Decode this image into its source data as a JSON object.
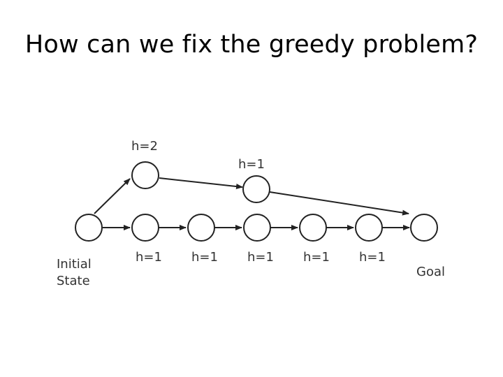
{
  "slide": {
    "title": "How can we fix the greedy problem?"
  },
  "diagram": {
    "initial_label_line1": "Initial",
    "initial_label_line2": "State",
    "goal_label": "Goal",
    "upper_node_1_label": "h=2",
    "upper_node_2_label": "h=1",
    "chain_labels": [
      "h=1",
      "h=1",
      "h=1",
      "h=1",
      "h=1"
    ],
    "colors": {
      "text": "#333333",
      "stroke": "#222222",
      "node_fill": "#ffffff"
    }
  }
}
